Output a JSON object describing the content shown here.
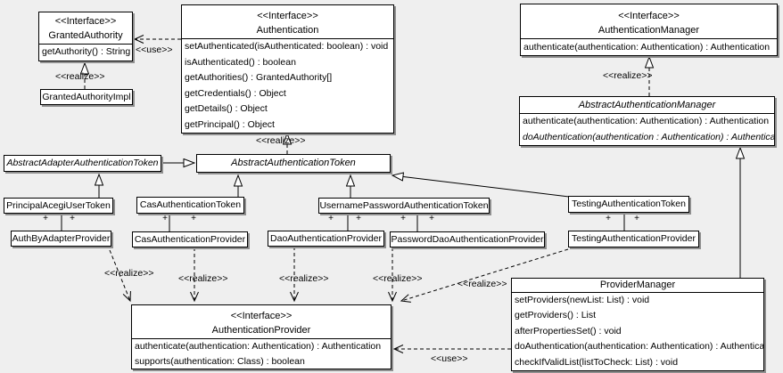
{
  "labels": {
    "interface_stereotype": "<<Interface>>",
    "realize": "<<realize>>",
    "use": "<<use>>",
    "association_end": "+"
  },
  "classes": {
    "granted_authority": {
      "stereotype": "<<Interface>>",
      "name": "GrantedAuthority",
      "methods": [
        "getAuthority() : String"
      ]
    },
    "granted_authority_impl": {
      "name": "GrantedAuthorityImpl"
    },
    "authentication": {
      "stereotype": "<<Interface>>",
      "name": "Authentication",
      "methods": [
        "setAuthenticated(isAuthenticated: boolean) : void",
        "isAuthenticated() : boolean",
        "getAuthorities() : GrantedAuthority[]",
        "getCredentials() : Object",
        "getDetails() : Object",
        "getPrincipal() : Object"
      ]
    },
    "authentication_manager": {
      "stereotype": "<<Interface>>",
      "name": "AuthenticationManager",
      "methods": [
        "authenticate(authentication: Authentication) : Authentication"
      ]
    },
    "abstract_authentication_manager": {
      "name": "AbstractAuthenticationManager",
      "abstract": true,
      "methods": [
        "authenticate(authentication: Authentication) : Authentication",
        "doAuthentication(authentication : Authentication) : Authentication"
      ]
    },
    "abstract_adapter_authentication_token": {
      "name": "AbstractAdapterAuthenticationToken",
      "abstract": true
    },
    "abstract_authentication_token": {
      "name": "AbstractAuthenticationToken",
      "abstract": true
    },
    "principal_acegi_user_token": {
      "name": "PrincipalAcegiUserToken"
    },
    "auth_by_adapter_provider": {
      "name": "AuthByAdapterProvider"
    },
    "cas_authentication_token": {
      "name": "CasAuthenticationToken"
    },
    "cas_authentication_provider": {
      "name": "CasAuthenticationProvider"
    },
    "username_password_authentication_token": {
      "name": "UsernamePasswordAuthenticationToken"
    },
    "dao_authentication_provider": {
      "name": "DaoAuthenticationProvider"
    },
    "password_dao_authentication_provider": {
      "name": "PasswordDaoAuthenticationProvider"
    },
    "testing_authentication_token": {
      "name": "TestingAuthenticationToken"
    },
    "testing_authentication_provider": {
      "name": "TestingAuthenticationProvider"
    },
    "provider_manager": {
      "name": "ProviderManager",
      "methods": [
        "setProviders(newList: List) : void",
        "getProviders() : List",
        "afterPropertiesSet() : void",
        "doAuthentication(authentication: Authentication) : Authentication",
        "checkIfValidList(listToCheck: List) : void"
      ]
    },
    "authentication_provider": {
      "stereotype": "<<Interface>>",
      "name": "AuthenticationProvider",
      "methods": [
        "authenticate(authentication: Authentication) : Authentication",
        "supports(authentication: Class) : boolean"
      ]
    }
  },
  "relationships": [
    {
      "from": "GrantedAuthorityImpl",
      "to": "GrantedAuthority",
      "type": "realize"
    },
    {
      "from": "Authentication",
      "to": "GrantedAuthority",
      "type": "use"
    },
    {
      "from": "AbstractAuthenticationToken",
      "to": "Authentication",
      "type": "realize"
    },
    {
      "from": "AbstractAuthenticationManager",
      "to": "AuthenticationManager",
      "type": "realize"
    },
    {
      "from": "AbstractAdapterAuthenticationToken",
      "to": "AbstractAuthenticationToken",
      "type": "generalization"
    },
    {
      "from": "PrincipalAcegiUserToken",
      "to": "AbstractAdapterAuthenticationToken",
      "type": "generalization"
    },
    {
      "from": "CasAuthenticationToken",
      "to": "AbstractAuthenticationToken",
      "type": "generalization"
    },
    {
      "from": "UsernamePasswordAuthenticationToken",
      "to": "AbstractAuthenticationToken",
      "type": "generalization"
    },
    {
      "from": "TestingAuthenticationToken",
      "to": "AbstractAuthenticationToken",
      "type": "generalization"
    },
    {
      "from": "ProviderManager",
      "to": "AbstractAuthenticationManager",
      "type": "generalization"
    },
    {
      "from": "PrincipalAcegiUserToken",
      "to": "AuthByAdapterProvider",
      "type": "association"
    },
    {
      "from": "CasAuthenticationToken",
      "to": "CasAuthenticationProvider",
      "type": "association"
    },
    {
      "from": "UsernamePasswordAuthenticationToken",
      "to": "DaoAuthenticationProvider",
      "type": "association"
    },
    {
      "from": "UsernamePasswordAuthenticationToken",
      "to": "PasswordDaoAuthenticationProvider",
      "type": "association"
    },
    {
      "from": "TestingAuthenticationToken",
      "to": "TestingAuthenticationProvider",
      "type": "association"
    },
    {
      "from": "AuthByAdapterProvider",
      "to": "AuthenticationProvider",
      "type": "realize"
    },
    {
      "from": "CasAuthenticationProvider",
      "to": "AuthenticationProvider",
      "type": "realize"
    },
    {
      "from": "DaoAuthenticationProvider",
      "to": "AuthenticationProvider",
      "type": "realize"
    },
    {
      "from": "PasswordDaoAuthenticationProvider",
      "to": "AuthenticationProvider",
      "type": "realize"
    },
    {
      "from": "TestingAuthenticationProvider",
      "to": "AuthenticationProvider",
      "type": "realize"
    },
    {
      "from": "ProviderManager",
      "to": "AuthenticationProvider",
      "type": "use"
    }
  ]
}
